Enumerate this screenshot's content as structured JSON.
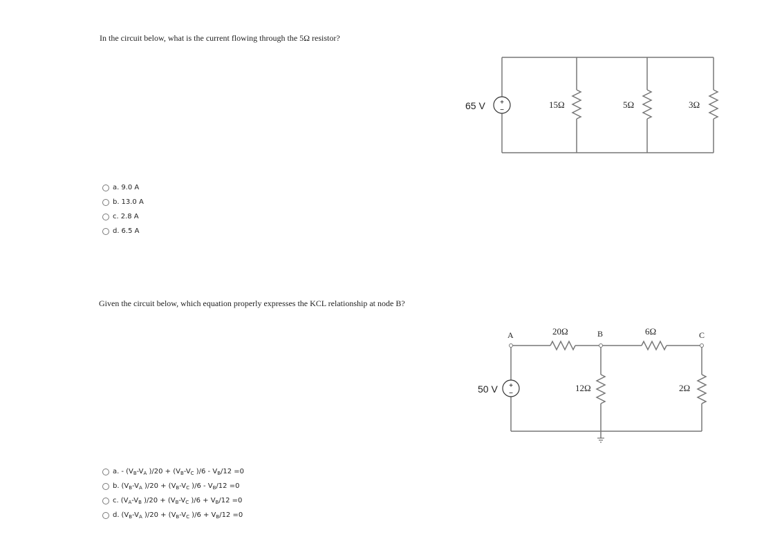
{
  "question1": {
    "text": "In the circuit below, what is the current flowing through the 5Ω resistor?",
    "options": [
      {
        "label": "a.",
        "text": "9.0 A"
      },
      {
        "label": "b.",
        "text": "13.0 A"
      },
      {
        "label": "c.",
        "text": "2.8 A"
      },
      {
        "label": "d.",
        "text": "6.5 A"
      }
    ],
    "circuit": {
      "source": "65 V",
      "source_plus": "+",
      "source_minus": "−",
      "r1": "15Ω",
      "r2": "5Ω",
      "r3": "3Ω"
    }
  },
  "question2": {
    "text": "Given the circuit below, which equation properly expresses the KCL relationship at node B?",
    "options": [
      {
        "label": "a.",
        "parts": [
          "- (V",
          "B",
          "-V",
          "A",
          " )/20 + (V",
          "B",
          "-V",
          "C",
          " )/6 - V",
          "B",
          "/12 =0"
        ]
      },
      {
        "label": "b.",
        "parts": [
          "(V",
          "B",
          "-V",
          "A",
          " )/20 + (V",
          "B",
          "-V",
          "C",
          " )/6 - V",
          "B",
          "/12 =0"
        ]
      },
      {
        "label": "c.",
        "parts": [
          "(V",
          "A",
          "-V",
          "B",
          " )/20 + (V",
          "B",
          "-V",
          "C",
          " )/6 + V",
          "B",
          "/12 =0"
        ]
      },
      {
        "label": "d.",
        "parts": [
          "(V",
          "B",
          "-V",
          "A",
          " )/20 + (V",
          "B",
          "-V",
          "C",
          " )/6 + V",
          "B",
          "/12 =0"
        ]
      }
    ],
    "circuit": {
      "source": "50 V",
      "source_plus": "+",
      "source_minus": "−",
      "node_a": "A",
      "node_b": "B",
      "node_c": "C",
      "r_ab": "20Ω",
      "r_bc": "6Ω",
      "r_b": "12Ω",
      "r_c": "2Ω"
    }
  }
}
